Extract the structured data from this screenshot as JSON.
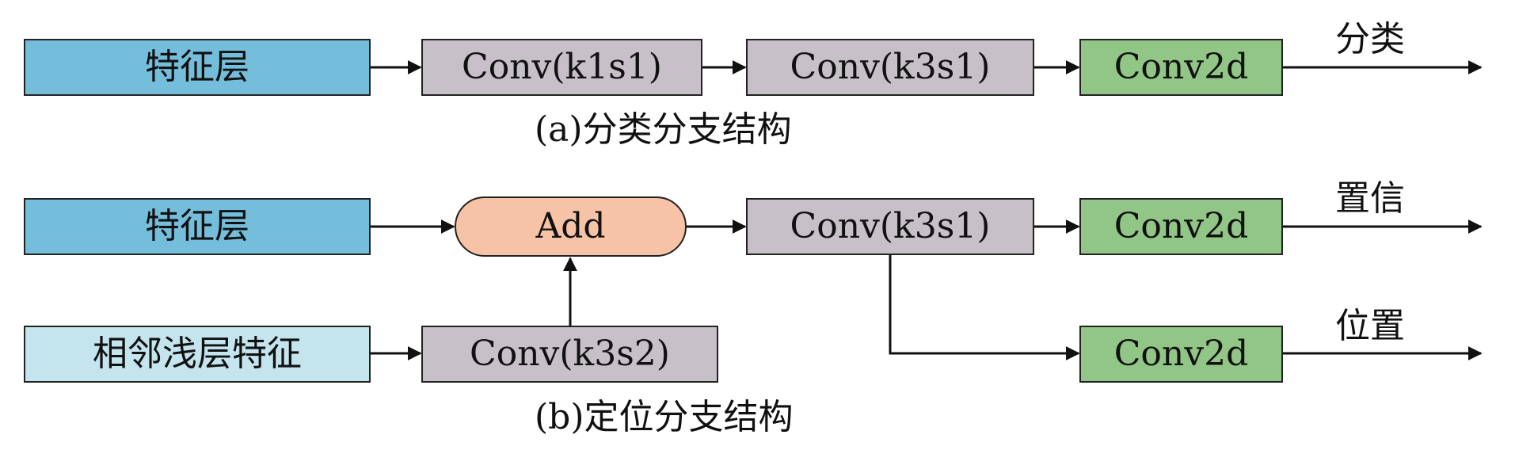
{
  "branch_a": {
    "input_label": "特征层",
    "conv1_label": "Conv(k1s1)",
    "conv2_label": "Conv(k3s1)",
    "conv2d_label": "Conv2d",
    "output_label": "分类",
    "caption": "(a)分类分支结构"
  },
  "branch_b": {
    "input_label": "特征层",
    "adjacent_label": "相邻浅层特征",
    "add_label": "Add",
    "conv_s2_label": "Conv(k3s2)",
    "conv_label": "Conv(k3s1)",
    "conv2d_conf_label": "Conv2d",
    "conv2d_loc_label": "Conv2d",
    "output_conf_label": "置信",
    "output_loc_label": "位置",
    "caption": "(b)定位分支结构"
  },
  "colors": {
    "feature_layer": "#74bedc",
    "adjacent_feature": "#c4e5ee",
    "conv": "#c7c0c8",
    "conv2d": "#92c687",
    "add": "#f6c3a6"
  }
}
